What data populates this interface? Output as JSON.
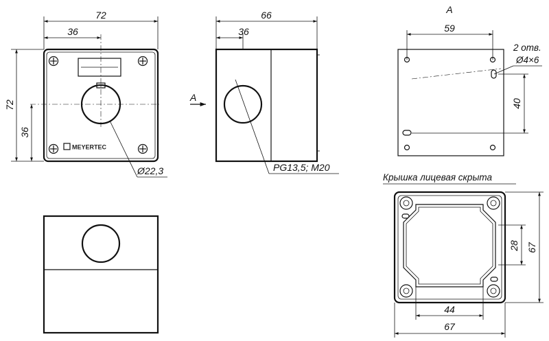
{
  "front_view": {
    "width_dim": "72",
    "center_dim": "36",
    "height_dim": "72",
    "vcenter_dim": "36",
    "hole_dim": "Ø22,3",
    "logo": "MEYERTEC"
  },
  "side_view": {
    "width_dim": "66",
    "center_dim": "36",
    "gland_dim": "PG13,5; M20",
    "view_marker": "A"
  },
  "rear_view": {
    "title": "A",
    "holes_dist_dim": "59",
    "holes_count": "2 отв.",
    "holes_size": "Ø4×6",
    "vertical_dim": "40"
  },
  "cover_view": {
    "caption": "Крышка лицевая скрыта",
    "inner_width_dim": "44",
    "outer_width_dim": "67",
    "inner_height_dim": "28",
    "outer_height_dim": "67"
  }
}
